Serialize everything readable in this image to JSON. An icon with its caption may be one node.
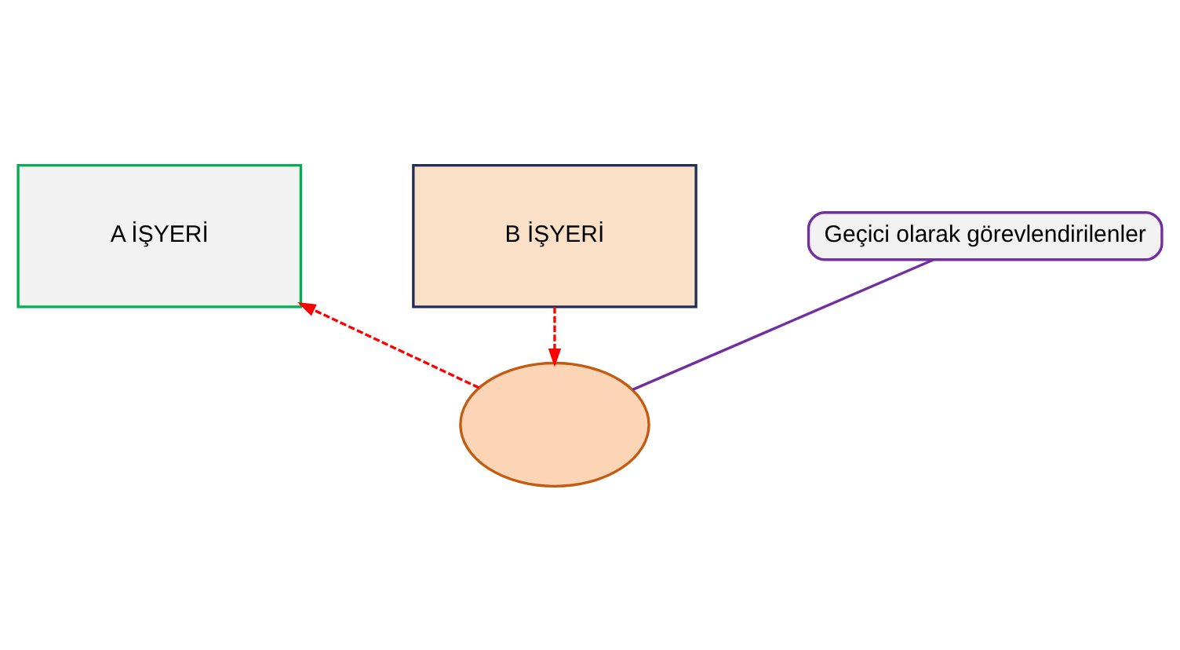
{
  "diagram": {
    "nodes": [
      {
        "text": [
          "A İŞYERİ"
        ]
      },
      {
        "text": [
          "B İŞYERİ"
        ]
      },
      {
        "text": [
          "Geçici olarak görevlendirilenler"
        ]
      },
      {
        "text": [],
        "shape": "circle"
      }
    ],
    "edges": [
      {
        "from": 1,
        "to": 3,
        "arrow": "to",
        "style": "dashed"
      },
      {
        "from": 3,
        "to": 0,
        "arrow": "to",
        "style": "dashed"
      },
      {
        "from": 2,
        "to": 3,
        "arrow": "none",
        "color": "#7030a0"
      }
    ]
  }
}
